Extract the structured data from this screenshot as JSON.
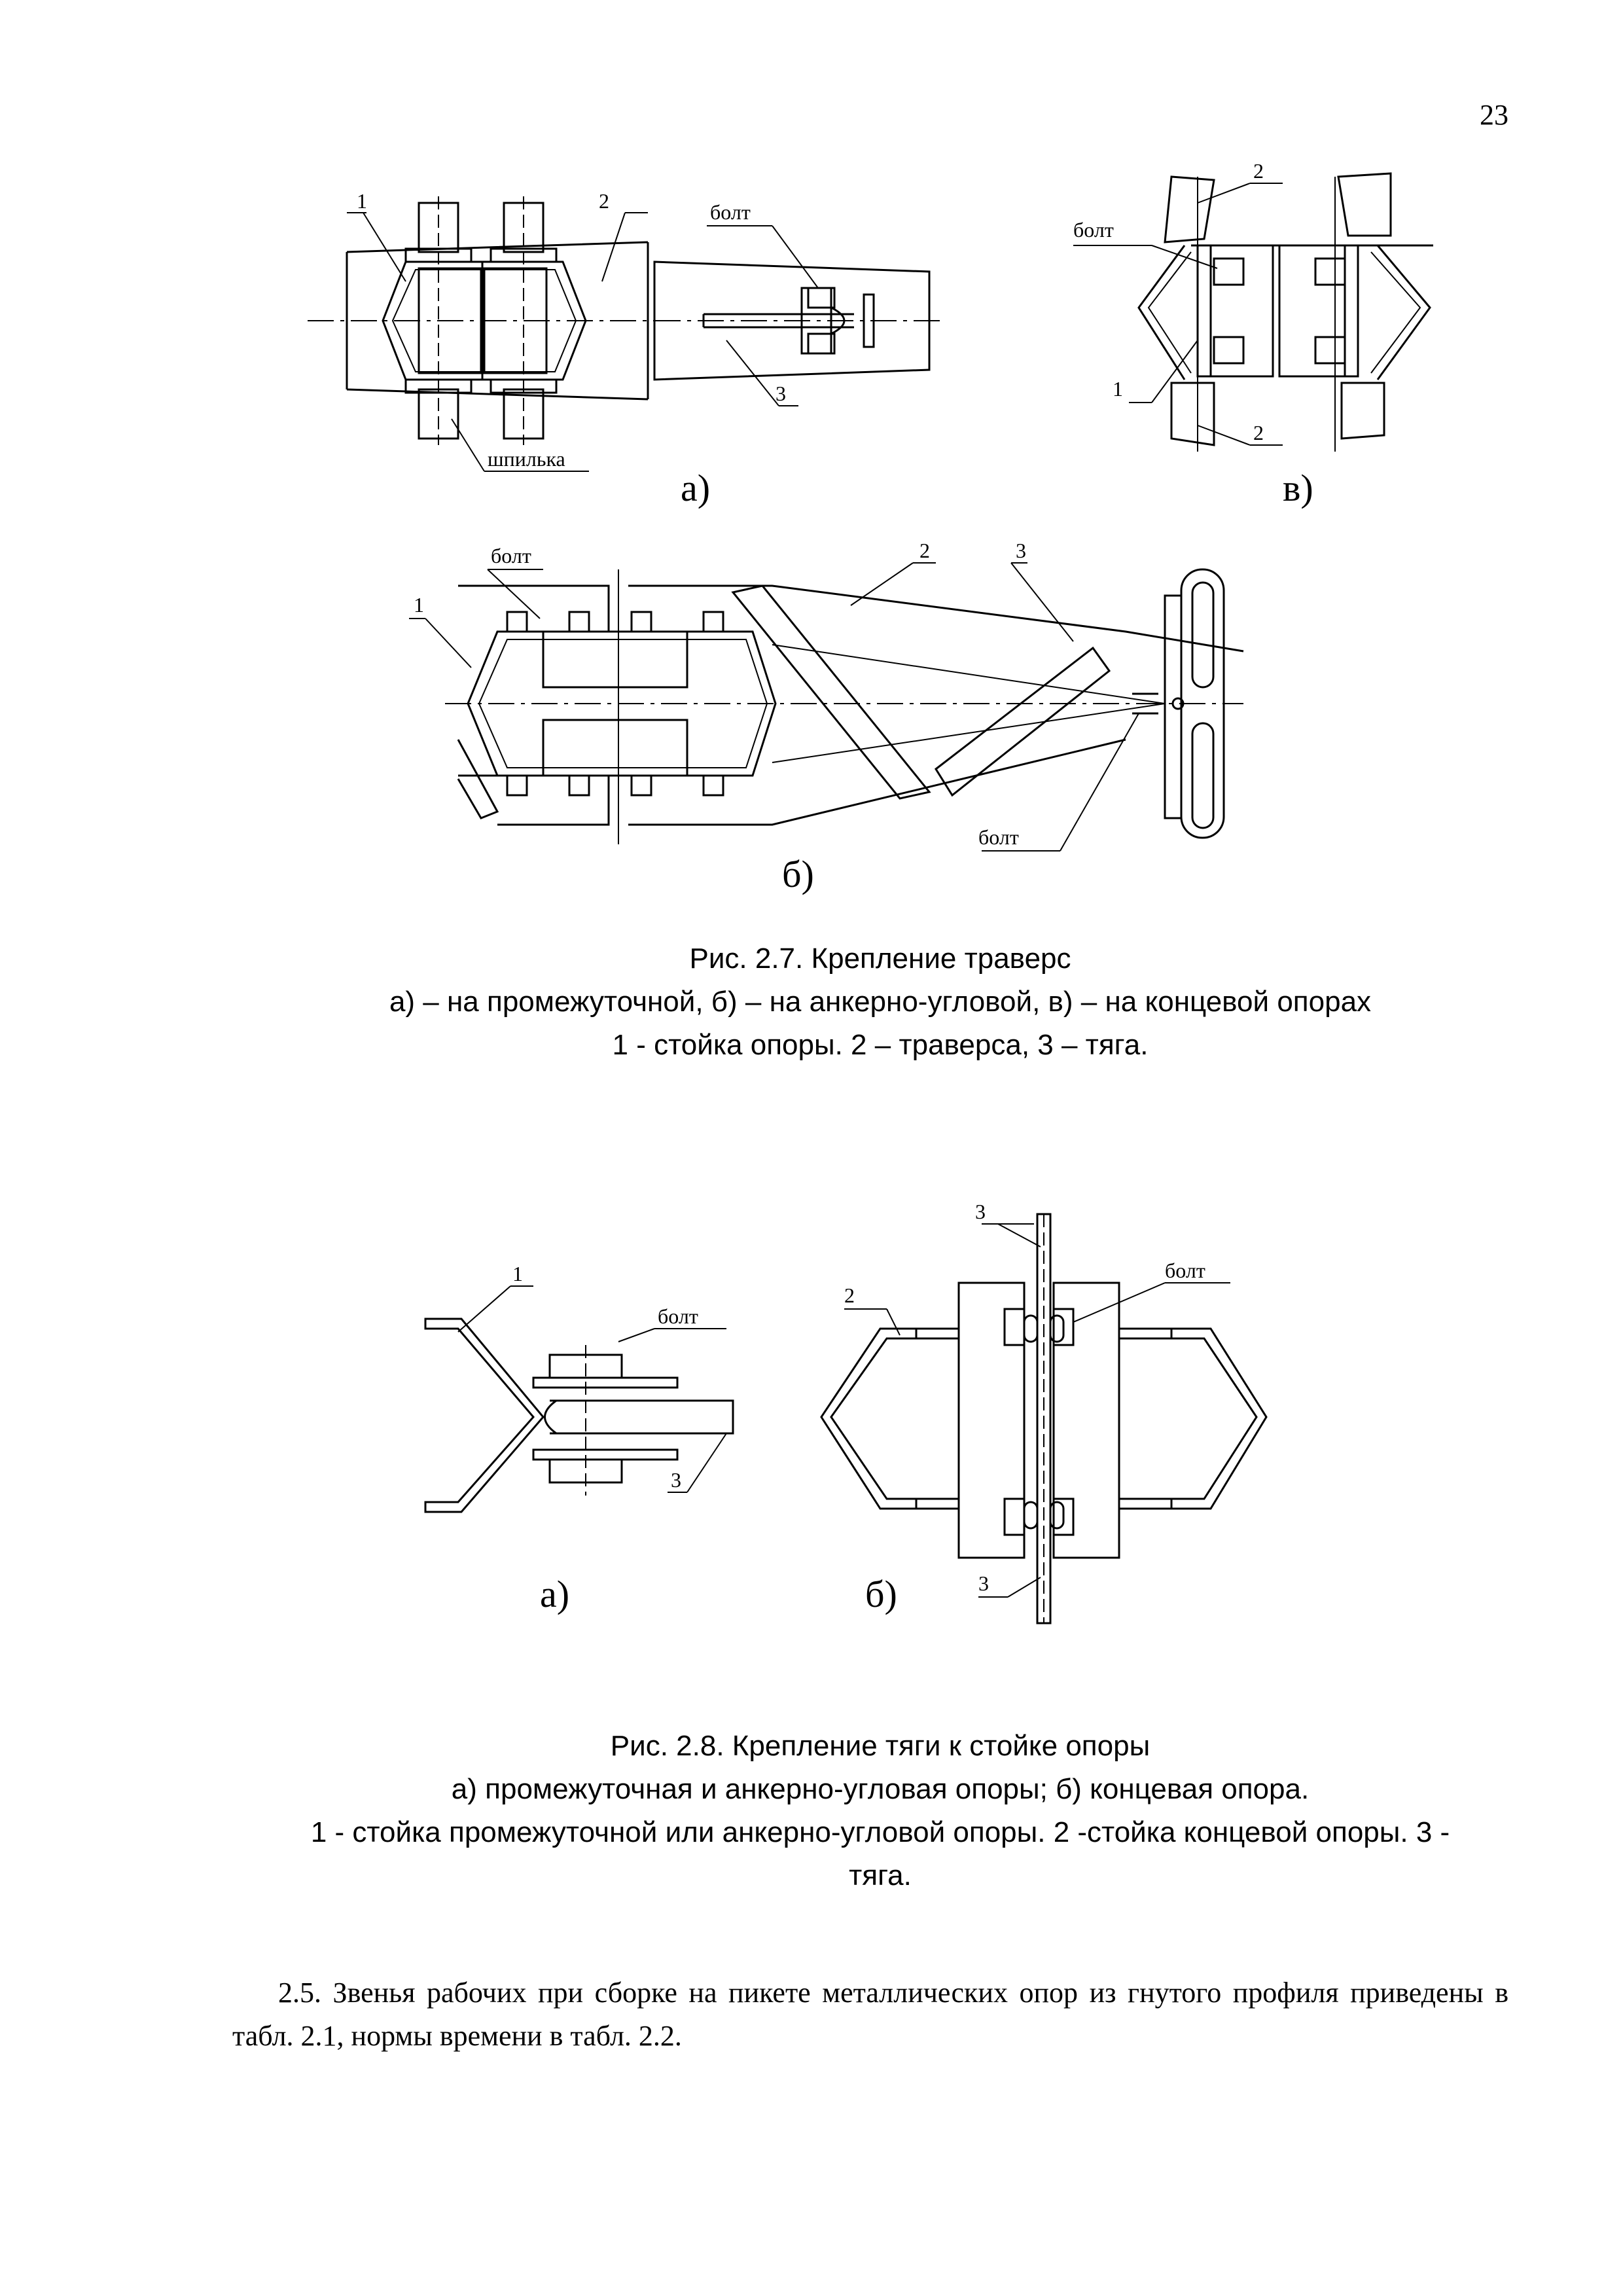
{
  "page_number": "23",
  "fig27": {
    "labels": {
      "n1": "1",
      "n2": "2",
      "n3": "3",
      "bolt": "болт",
      "stud": "шпилька"
    },
    "sub_a": "а)",
    "sub_b": "б)",
    "sub_v": "в)",
    "caption": [
      "Рис. 2.7. Крепление траверс",
      "а) – на промежуточной, б) – на анкерно-угловой, в) – на концевой опорах",
      "1 - стойка опоры. 2 – траверса, 3 – тяга."
    ]
  },
  "fig28": {
    "labels": {
      "n1": "1",
      "n2": "2",
      "n3": "3",
      "bolt": "болт"
    },
    "sub_a": "а)",
    "sub_b": "б)",
    "caption": [
      "Рис. 2.8. Крепление тяги к стойке опоры",
      "а) промежуточная и анкерно-угловая опоры; б) концевая опора.",
      "1 - стойка промежуточной или анкерно-угловой опоры. 2 -стойка концевой опоры.  3 -",
      "тяга."
    ]
  },
  "paragraph": "2.5. Звенья рабочих при сборке на пикете металлических опор из гнутого профиля приведены в табл. 2.1, нормы времени в табл. 2.2."
}
